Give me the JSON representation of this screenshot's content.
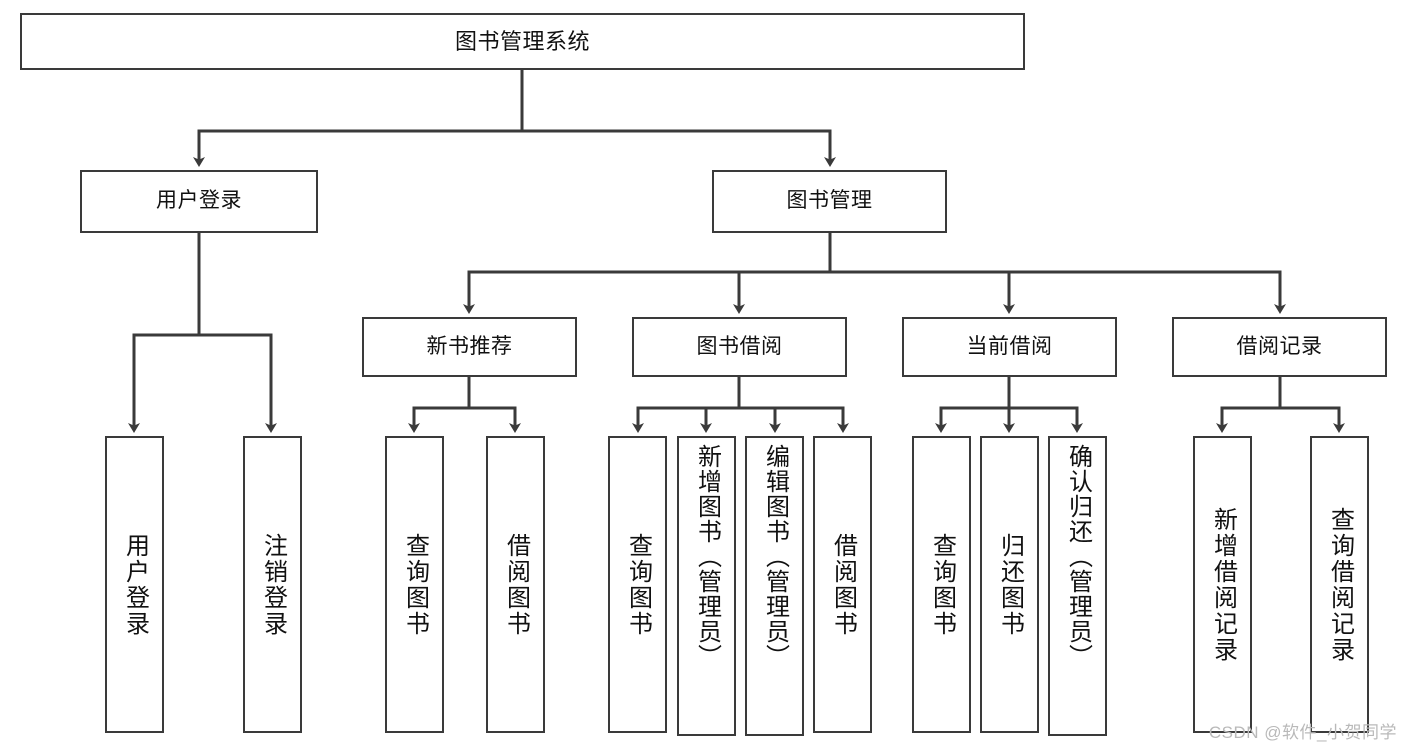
{
  "diagram": {
    "title": "图书管理系统",
    "type": "tree",
    "root": {
      "label": "图书管理系统"
    },
    "level1": [
      {
        "id": "user-login",
        "label": "用户登录"
      },
      {
        "id": "book-manage",
        "label": "图书管理"
      }
    ],
    "level2": [
      {
        "id": "new-book-recommend",
        "label": "新书推荐",
        "parent": "book-manage"
      },
      {
        "id": "book-borrow",
        "label": "图书借阅",
        "parent": "book-manage"
      },
      {
        "id": "current-borrow",
        "label": "当前借阅",
        "parent": "book-manage"
      },
      {
        "id": "borrow-record",
        "label": "借阅记录",
        "parent": "book-manage"
      }
    ],
    "leaves": [
      {
        "id": "leaf-user-login",
        "label": "用户登录",
        "parent": "user-login"
      },
      {
        "id": "leaf-user-logout",
        "label": "注销登录",
        "parent": "user-login"
      },
      {
        "id": "leaf-query-book-1",
        "label": "查询图书",
        "parent": "new-book-recommend"
      },
      {
        "id": "leaf-borrow-book-1",
        "label": "借阅图书",
        "parent": "new-book-recommend"
      },
      {
        "id": "leaf-query-book-2",
        "label": "查询图书",
        "parent": "book-borrow"
      },
      {
        "id": "leaf-add-book",
        "label": "新增图书（管理员）",
        "parent": "book-borrow"
      },
      {
        "id": "leaf-edit-book",
        "label": "编辑图书（管理员）",
        "parent": "book-borrow"
      },
      {
        "id": "leaf-borrow-book-2",
        "label": "借阅图书",
        "parent": "book-borrow"
      },
      {
        "id": "leaf-query-book-3",
        "label": "查询图书",
        "parent": "current-borrow"
      },
      {
        "id": "leaf-return-book",
        "label": "归还图书",
        "parent": "current-borrow"
      },
      {
        "id": "leaf-confirm-return",
        "label": "确认归还（管理员）",
        "parent": "current-borrow"
      },
      {
        "id": "leaf-add-record",
        "label": "新增借阅记录",
        "parent": "borrow-record"
      },
      {
        "id": "leaf-query-record",
        "label": "查询借阅记录",
        "parent": "borrow-record"
      }
    ],
    "colors": {
      "stroke": "#3a3a3a",
      "fill": "#ffffff",
      "text": "#111111",
      "watermark": "#b9b9b9"
    }
  },
  "watermark": {
    "text": "CSDN @软件_小贺同学"
  }
}
